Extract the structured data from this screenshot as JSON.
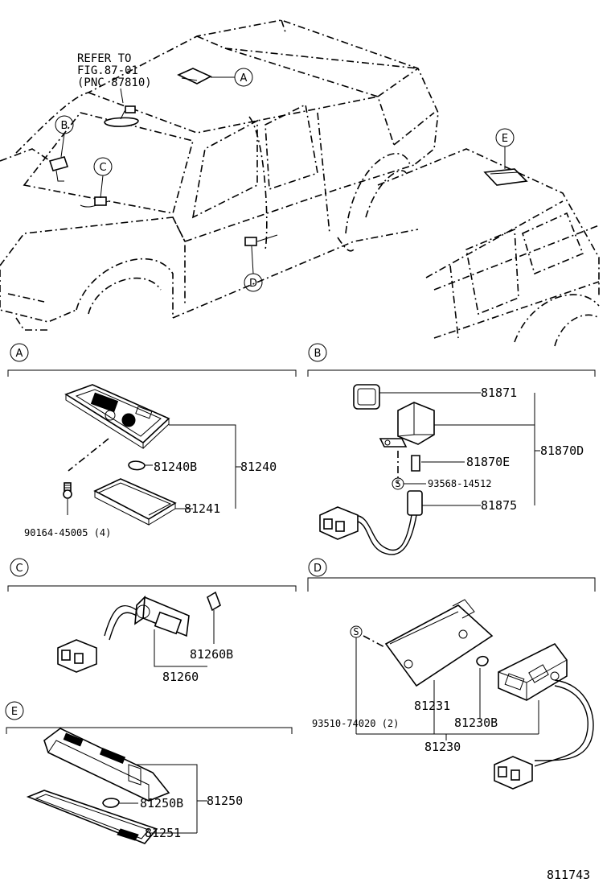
{
  "refer_note": {
    "line1": "REFER TO",
    "line2": "FIG.87-01",
    "line3": "(PNC 87810)"
  },
  "callouts": {
    "A": "A",
    "B": "B",
    "C": "C",
    "D": "D",
    "E": "E",
    "S": "S"
  },
  "section_a": {
    "bulb": "81240B",
    "assembly": "81240",
    "lens": "81241",
    "screw": "90164-45005 (4)"
  },
  "section_b": {
    "cap": "81871",
    "bulb": "81870E",
    "screw": "93568-14512",
    "socket": "81875",
    "assembly": "81870D"
  },
  "section_c": {
    "bulb": "81260B",
    "assembly": "81260"
  },
  "section_d": {
    "lens": "81231",
    "screw": "93510-74020 (2)",
    "bulb": "81230B",
    "assembly": "81230"
  },
  "section_e": {
    "bulb": "81250B",
    "assembly": "81250",
    "lens": "81251"
  },
  "diagram_id": "811743"
}
